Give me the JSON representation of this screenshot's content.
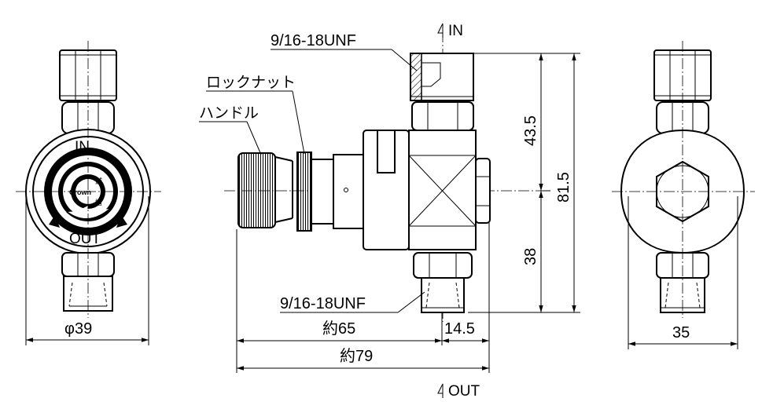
{
  "port_in": "IN",
  "port_out": "OUT",
  "thread_top": "9/16-18UNF",
  "thread_bottom": "9/16-18UNF",
  "lock_nut": "ロックナット",
  "handle": "ハンドル",
  "front": {
    "in": "IN",
    "out": "OUT",
    "brand": "Crown",
    "decrease": "減",
    "increase": "増"
  },
  "dims": {
    "dia": "φ39",
    "approx65": "約65",
    "approx79": "約79",
    "d14_5": "14.5",
    "d43_5": "43.5",
    "d38": "38",
    "d81_5": "81.5",
    "d35": "35"
  }
}
